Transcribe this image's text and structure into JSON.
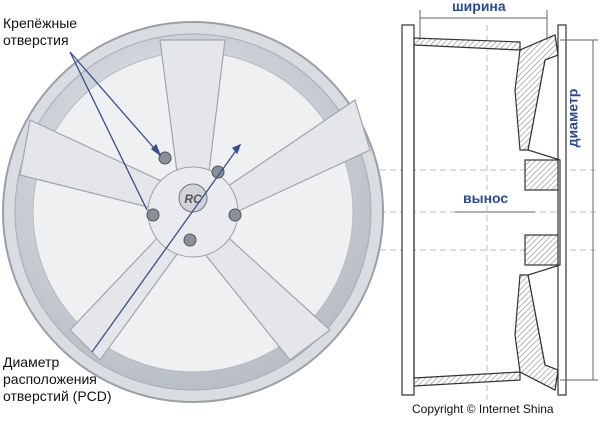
{
  "labels": {
    "mount_holes": [
      "Крепёжные",
      "отверстия"
    ],
    "pcd": [
      "Диаметр",
      "расположения",
      "отверстий (PCD)"
    ],
    "width": "ширина",
    "diameter": "диаметр",
    "offset": "вынос",
    "wheel_logo": "RC"
  },
  "copyright": "Copyright © Internet Shina",
  "colors": {
    "label_blue": "#2d4a8c",
    "pointer": "#3a4f8f",
    "wheel": "#c8ccd2"
  }
}
